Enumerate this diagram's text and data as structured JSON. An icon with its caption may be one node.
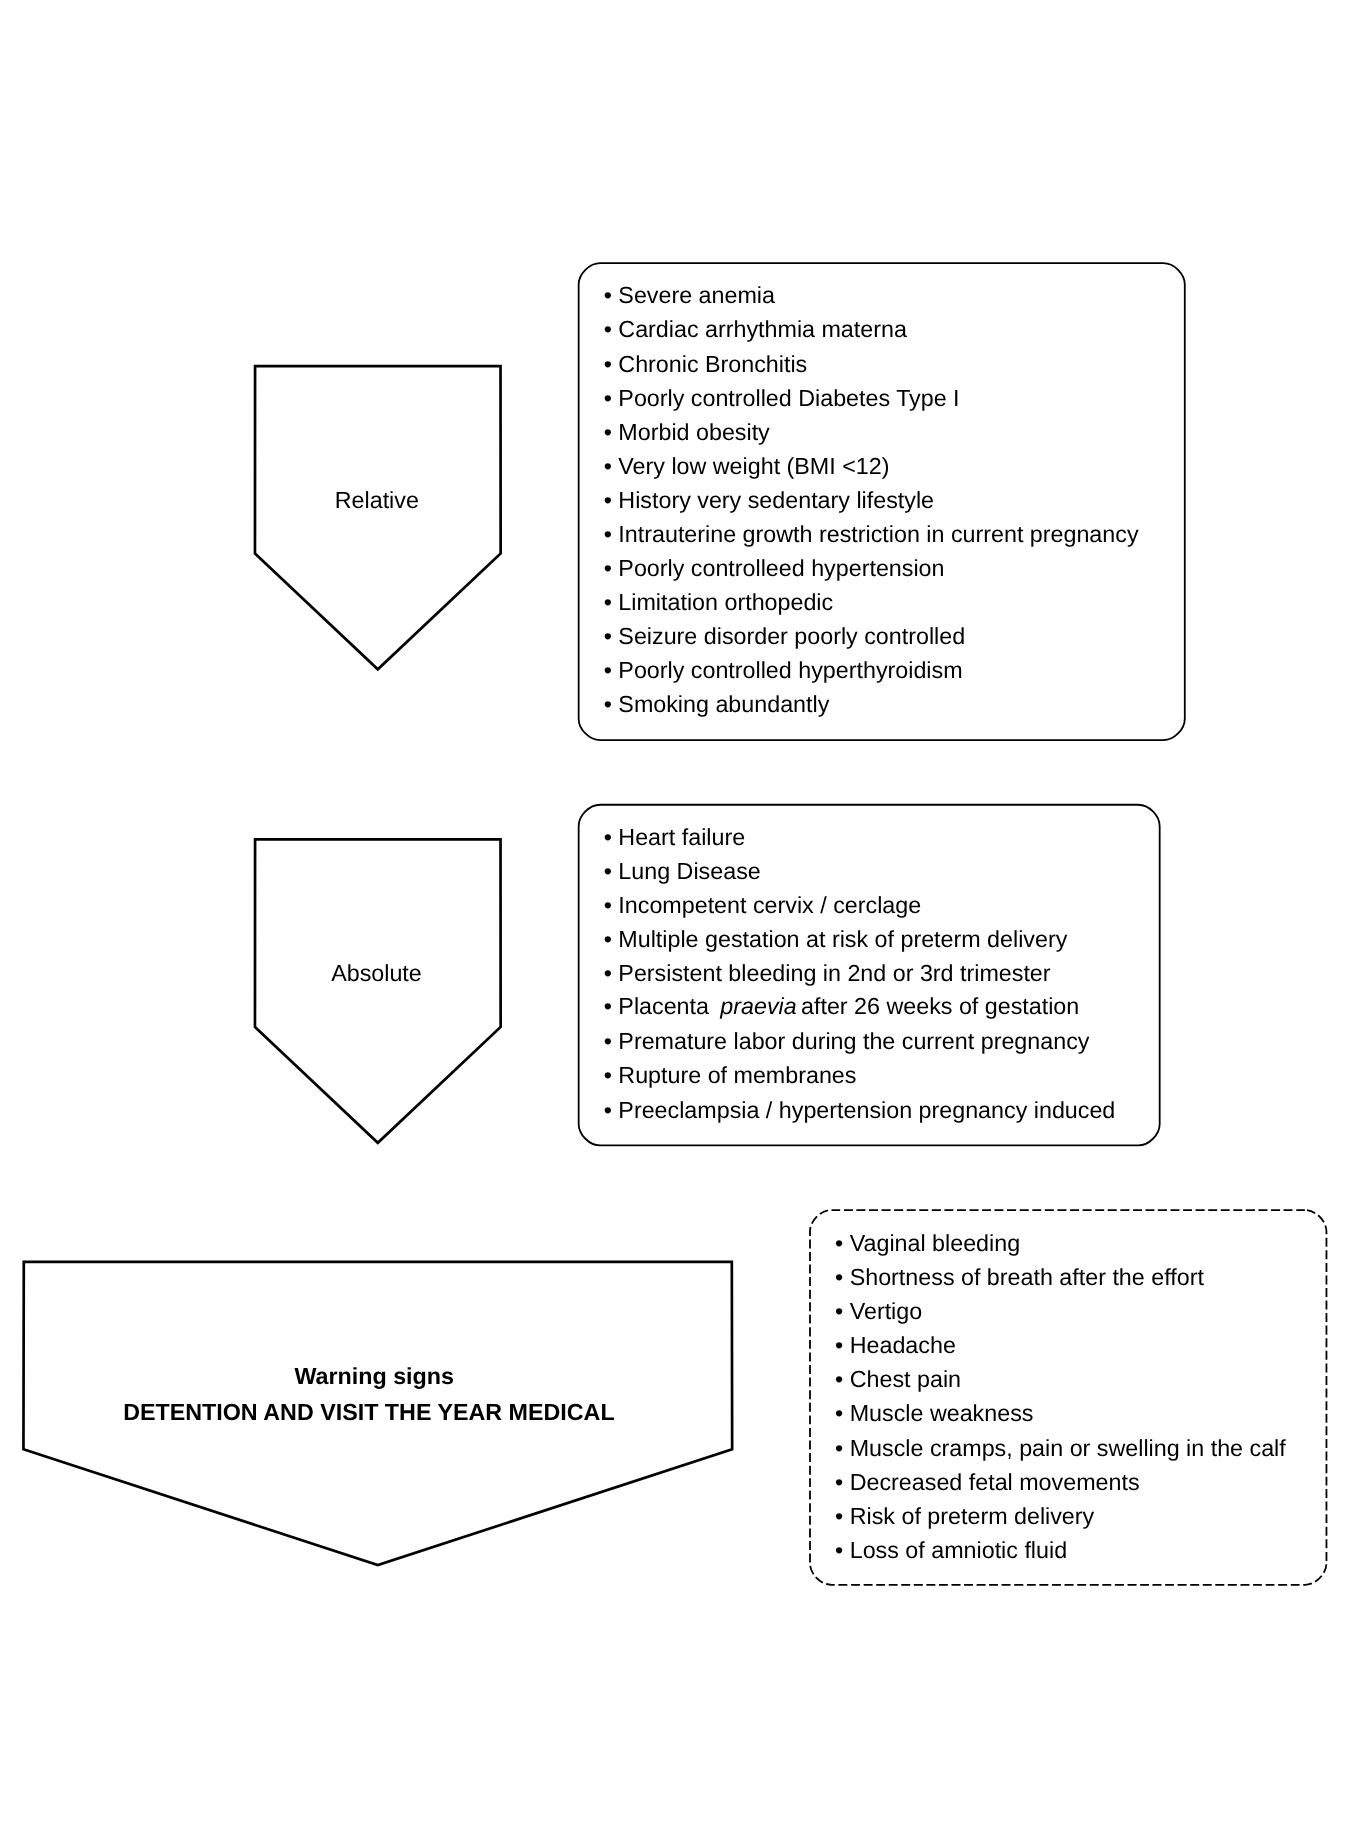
{
  "diagram": {
    "nodes": [
      {
        "text": [
          "Relative"
        ]
      },
      {
        "text": [
          "• Severe anemia",
          "• Cardiac arrhythmia materna",
          "• Chronic Bronchitis",
          "• Poorly controlled Diabetes Type I",
          "• Morbid obesity",
          "• Very low weight (BMI <12)",
          "• History very sedentary lifestyle",
          "• Intrauterine growth restriction in current pregnancy",
          "• Poorly controlleed hypertension",
          "• Limitation orthopedic",
          "• Seizure disorder poorly controlled",
          "• Poorly controlled hyperthyroidism",
          "• Smoking abundantly"
        ]
      },
      {
        "text": [
          "Absolute"
        ]
      },
      {
        "text": [
          "• Heart failure",
          "• Lung Disease",
          "• Incompetent cervix / cerclage",
          "• Multiple gestation at risk of preterm delivery",
          "• Persistent bleeding in 2nd or 3rd trimester",
          "• Placenta *praevia* after 26 weeks of gestation",
          "• Premature labor during the current pregnancy",
          "• Rupture of membranes",
          "• Preeclampsia / hypertension pregnancy induced"
        ]
      },
      {
        "text": [
          "Warning signs",
          "DETENTION AND VISIT THE YEAR MEDICAL"
        ]
      },
      {
        "text": [
          "• Vaginal bleeding",
          "• Shortness of breath after the effort",
          "• Vertigo",
          "• Headache",
          "• Chest pain",
          "• Muscle weakness",
          "• Muscle cramps, pain or swelling in the calf",
          "• Decreased fetal movements",
          "• Risk of preterm delivery",
          "• Loss of amniotic fluid"
        ]
      }
    ],
    "edges": []
  }
}
